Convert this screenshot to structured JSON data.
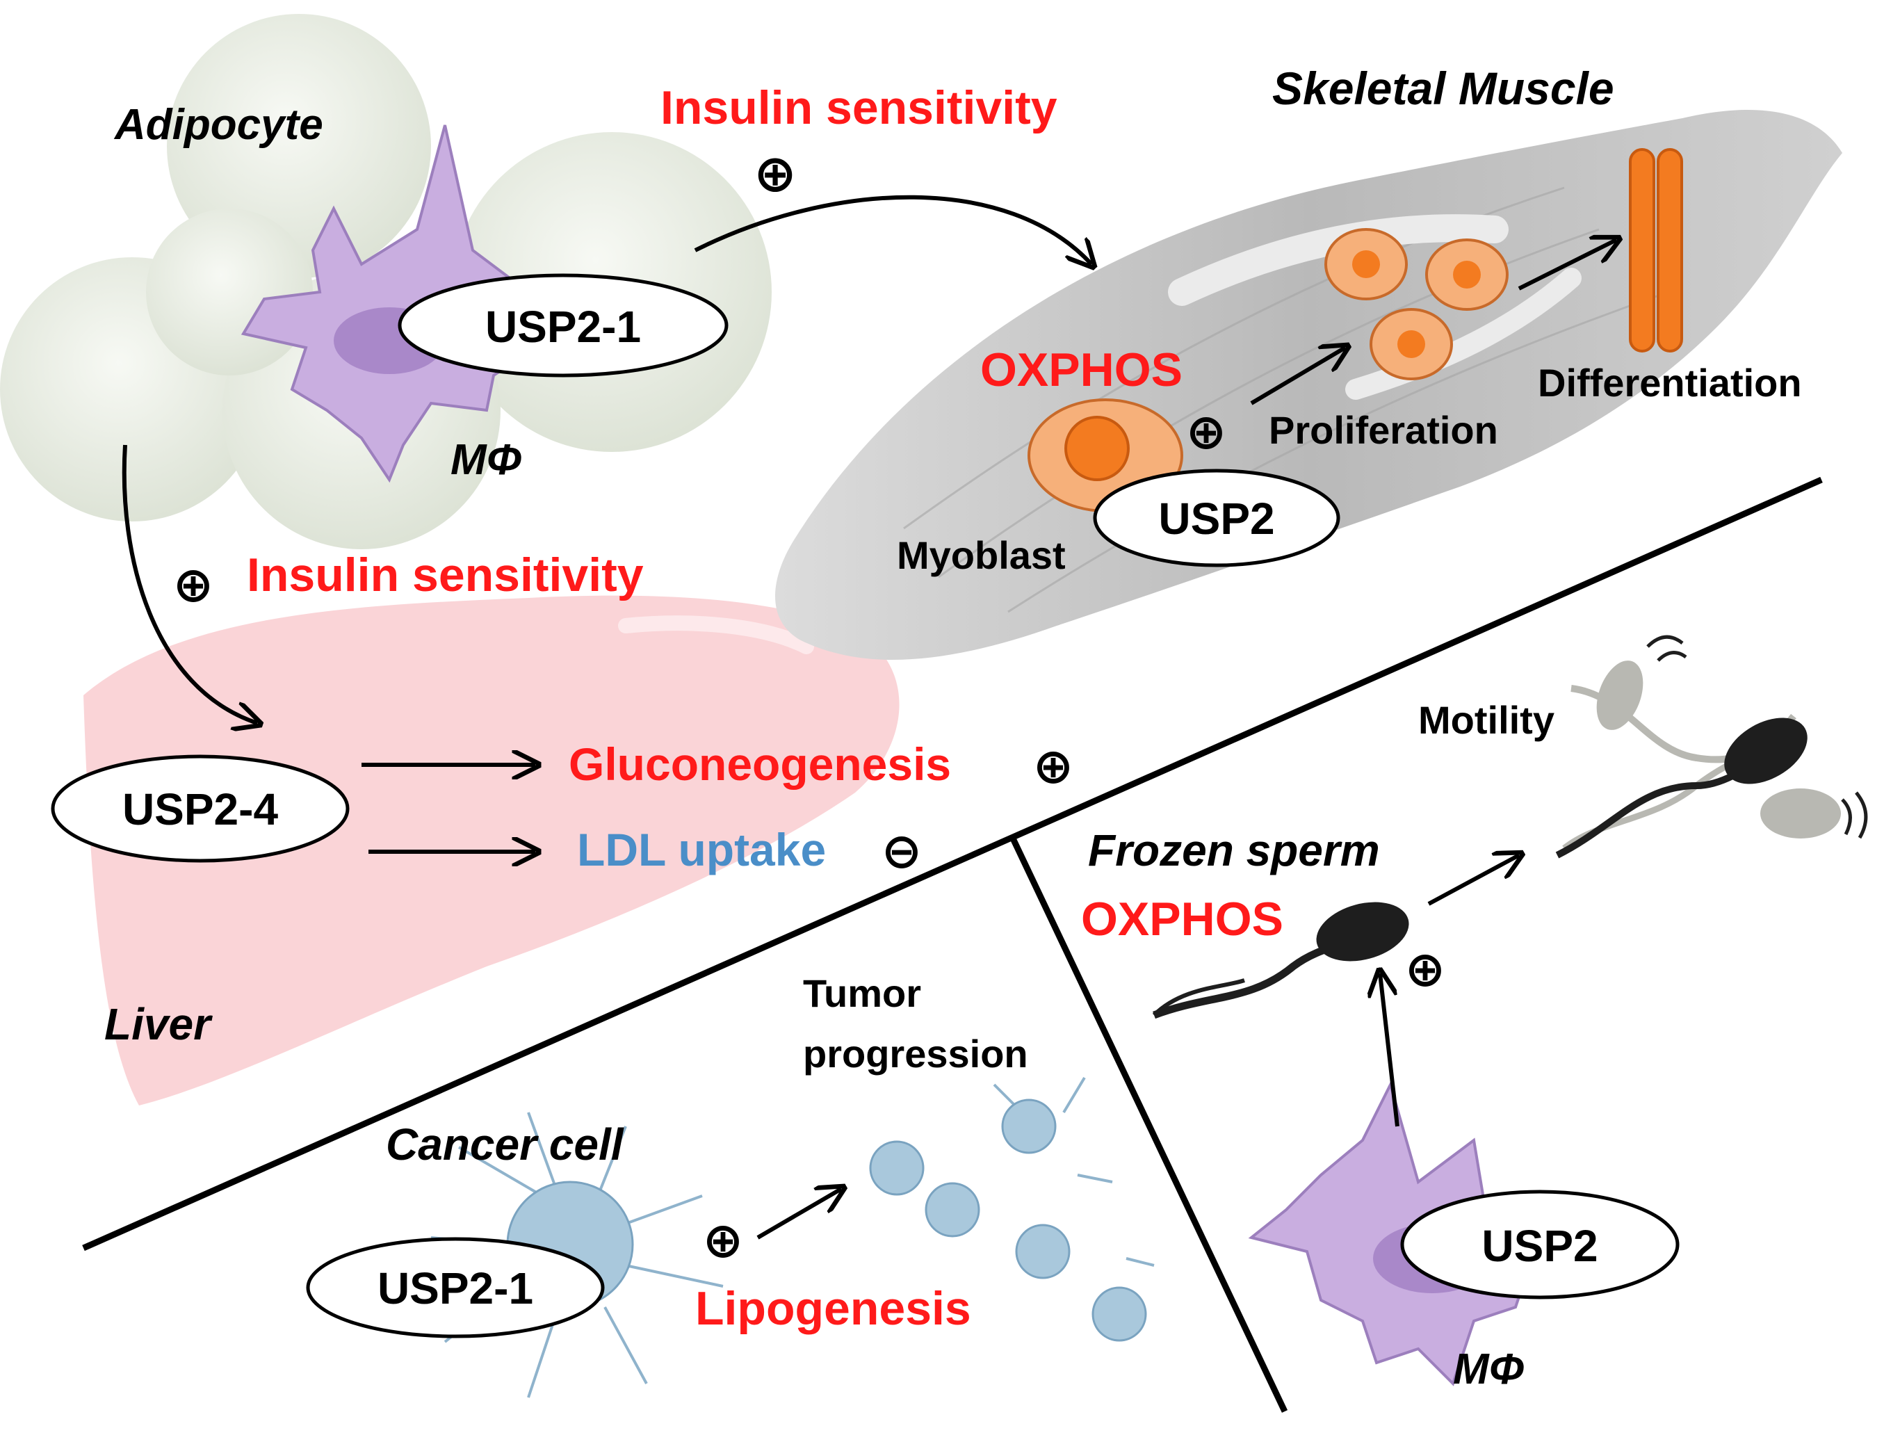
{
  "labels": {
    "adipocyte": "Adipocyte",
    "macrophage_top": "MΦ",
    "usp2_1_top": "USP2-1",
    "insulin_sens_muscle": "Insulin sensitivity",
    "skeletal_muscle": "Skeletal Muscle",
    "oxphos_muscle": "OXPHOS",
    "usp2_muscle": "USP2",
    "myoblast": "Myoblast",
    "proliferation": "Proliferation",
    "differentiation": "Differentiation",
    "insulin_sens_liver": "Insulin sensitivity",
    "usp2_4": "USP2-4",
    "gluconeogenesis": "Gluconeogenesis",
    "ldl_uptake": "LDL uptake",
    "liver": "Liver",
    "motility": "Motility",
    "frozen_sperm": "Frozen sperm",
    "oxphos_sperm": "OXPHOS",
    "usp2_sperm": "USP2",
    "macrophage_bottom": "MΦ",
    "cancer_cell": "Cancer cell",
    "usp2_1_cancer": "USP2-1",
    "tumor_line1": "Tumor",
    "tumor_line2": "progression",
    "lipogenesis": "Lipogenesis"
  },
  "symbols": {
    "plus": "⊕",
    "minus": "⊖"
  },
  "colors": {
    "positive_effect": "#ff1a1a",
    "negative_effect": "#4a8ec8",
    "macrophage": "#c9aee0",
    "muscle": "#bdbdbd",
    "liver": "#f9cfd3",
    "adipocyte": "#e6ebe1",
    "myocyte": "#f6a868",
    "cancer_cell": "#a9c8dc",
    "sperm": "#1e1e1e"
  }
}
